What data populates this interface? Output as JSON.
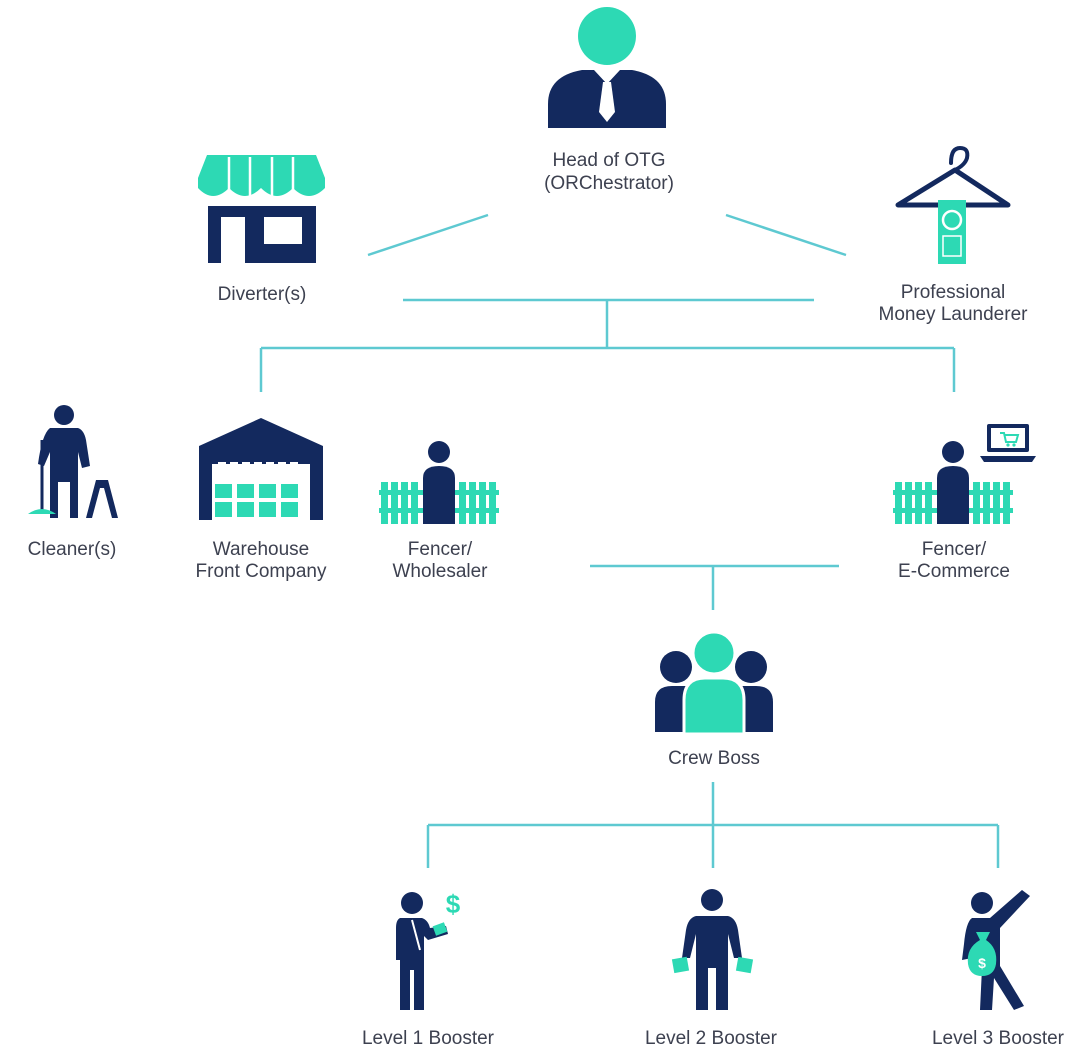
{
  "colors": {
    "navy": "#13295e",
    "teal": "#2dd9b4",
    "connector": "#5ec9d1",
    "text": "#3d4150"
  },
  "nodes": {
    "head": {
      "line1": "Head of OTG",
      "line2": "(ORChestrator)",
      "icon": "businessman-icon"
    },
    "diverter": {
      "line1": "Diverter(s)",
      "icon": "storefront-icon"
    },
    "launderer": {
      "line1": "Professional",
      "line2": "Money Launderer",
      "icon": "hanger-money-icon"
    },
    "cleaner": {
      "line1": "Cleaner(s)",
      "icon": "janitor-icon"
    },
    "warehouse": {
      "line1": "Warehouse",
      "line2": "Front Company",
      "icon": "warehouse-icon"
    },
    "fencer_wholesale": {
      "line1": "Fencer/",
      "line2": "Wholesaler",
      "icon": "person-fence-icon"
    },
    "fencer_ecom": {
      "line1": "Fencer/",
      "line2": "E-Commerce",
      "icon": "person-fence-laptop-icon"
    },
    "crew_boss": {
      "line1": "Crew Boss",
      "icon": "group-icon"
    },
    "booster1": {
      "line1": "Level 1 Booster",
      "icon": "booster-dollar-icon"
    },
    "booster2": {
      "line1": "Level 2 Booster",
      "icon": "booster-bags-icon"
    },
    "booster3": {
      "line1": "Level 3 Booster",
      "icon": "booster-moneybag-icon"
    }
  }
}
